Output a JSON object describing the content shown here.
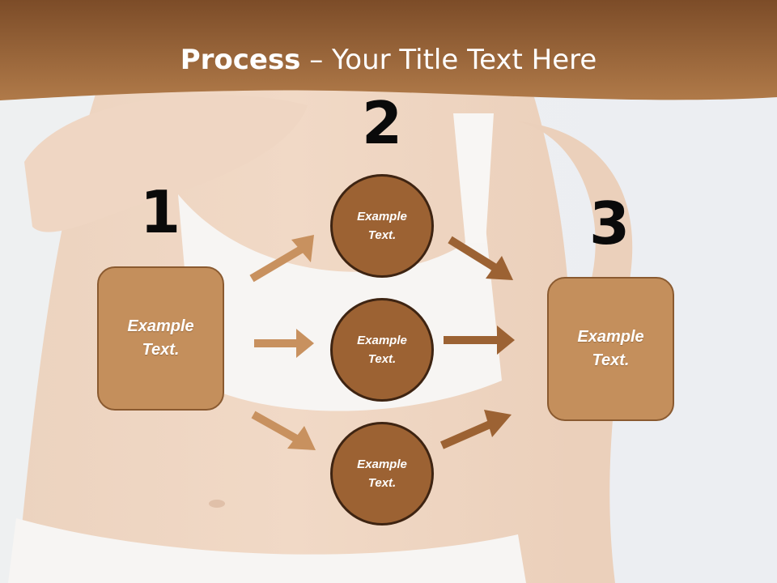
{
  "title": {
    "bold": "Process",
    "rest": " – Your Title Text Here"
  },
  "steps": {
    "one": "1",
    "two": "2",
    "three": "3"
  },
  "left_box": {
    "text": "Example Text."
  },
  "right_box": {
    "text": "Example Text."
  },
  "circles": [
    {
      "text": "Example Text."
    },
    {
      "text": "Example Text."
    },
    {
      "text": "Example Text."
    }
  ],
  "colors": {
    "header": "#8d5a2f",
    "box_fill": "#c48f5c",
    "circle_fill": "#9c6233",
    "arrow_light": "#c8915f",
    "arrow_dark": "#9c6233"
  }
}
